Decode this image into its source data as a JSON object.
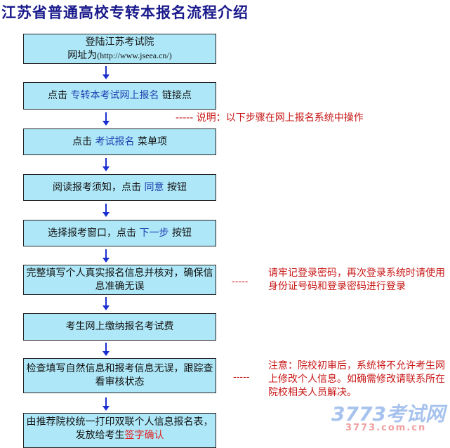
{
  "title": "江苏省普通高校专转本报名流程介绍",
  "steps": [
    {
      "line1": "登陆江苏考试院",
      "line2_prefix": "网址为",
      "url": "(http://www.jseea.cn/)"
    },
    {
      "pre": "点击 ",
      "hl": "专转本考试网上报名",
      "post": " 链接点"
    },
    {
      "pre": "点击 ",
      "hl": "考试报名",
      "post": " 菜单项"
    },
    {
      "pre": "阅读报考须知，点击 ",
      "hl": "同意",
      "post": " 按钮"
    },
    {
      "pre": "选择报考窗口，点击 ",
      "hl": "下一步",
      "post": " 按钮"
    },
    {
      "text": "完整填写个人真实报名信息并核对，确保信息准确无误"
    },
    {
      "text": "考生网上缴纳报名考试费"
    },
    {
      "text": "检查填写自然信息和报考信息无误，跟踪查看审核状态"
    },
    {
      "pre": "由推荐院校统一打印双联个人信息报名表，发放给考生",
      "hl": "签字确认"
    }
  ],
  "notes": {
    "n1": "----- 说明：以下步骤在网上报名系统中操作",
    "dash": "-----",
    "n2": "请牢记登录密码，再次登录系统时请使用身份证号码和登录密码进行登录",
    "n3": "注意：院校初审后，系统将不允许考生网上修改个人信息。如确需修改请联系所在院校相关人员解决。"
  },
  "watermark": {
    "logo": "3773考试网",
    "url": "3773.com.cn"
  }
}
